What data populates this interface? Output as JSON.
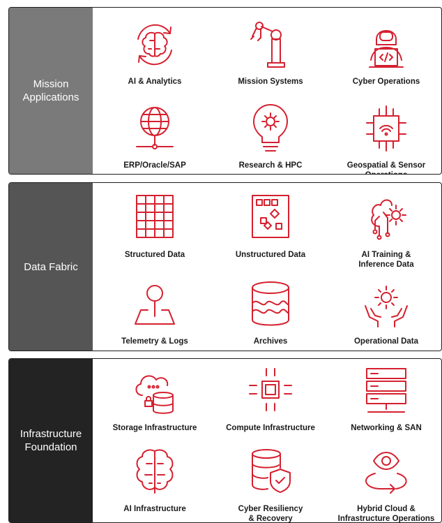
{
  "colors": {
    "accent": "#d5202f",
    "mission_side": "#7a7a7a",
    "fabric_side": "#555555",
    "infra_side": "#232323"
  },
  "panels": [
    {
      "title": "Mission\nApplications",
      "items": [
        {
          "label": "AI & Analytics",
          "icon": "ai-brain-cycle-icon"
        },
        {
          "label": "Mission Systems",
          "icon": "robotic-arm-icon"
        },
        {
          "label": "Cyber Operations",
          "icon": "hacker-laptop-icon"
        },
        {
          "label": "ERP/Oracle/SAP",
          "icon": "globe-network-icon"
        },
        {
          "label": "Research & HPC",
          "icon": "lightbulb-gear-icon"
        },
        {
          "label": "Geospatial & Sensor\nOperations",
          "icon": "chip-signal-icon"
        }
      ]
    },
    {
      "title": "Data Fabric",
      "items": [
        {
          "label": "Structured Data",
          "icon": "grid-icon"
        },
        {
          "label": "Unstructured Data",
          "icon": "scattered-blocks-icon"
        },
        {
          "label": "AI Training &\nInference Data",
          "icon": "ai-head-gear-icon"
        },
        {
          "label": "Telemetry & Logs",
          "icon": "map-pin-icon"
        },
        {
          "label": "Archives",
          "icon": "database-wave-icon"
        },
        {
          "label": "Operational Data",
          "icon": "hands-gear-icon"
        }
      ]
    },
    {
      "title": "Infrastructure\nFoundation",
      "items": [
        {
          "label": "Storage Infrastructure",
          "icon": "cloud-database-icon"
        },
        {
          "label": "Compute Infrastructure",
          "icon": "cpu-icon"
        },
        {
          "label": "Networking & SAN",
          "icon": "server-rack-icon"
        },
        {
          "label": "AI Infrastructure",
          "icon": "brain-circuit-icon"
        },
        {
          "label": "Cyber Resiliency\n& Recovery",
          "icon": "database-shield-icon"
        },
        {
          "label": "Hybrid Cloud &\nInfrastructure Operations",
          "icon": "eye-cycle-icon"
        }
      ]
    }
  ]
}
